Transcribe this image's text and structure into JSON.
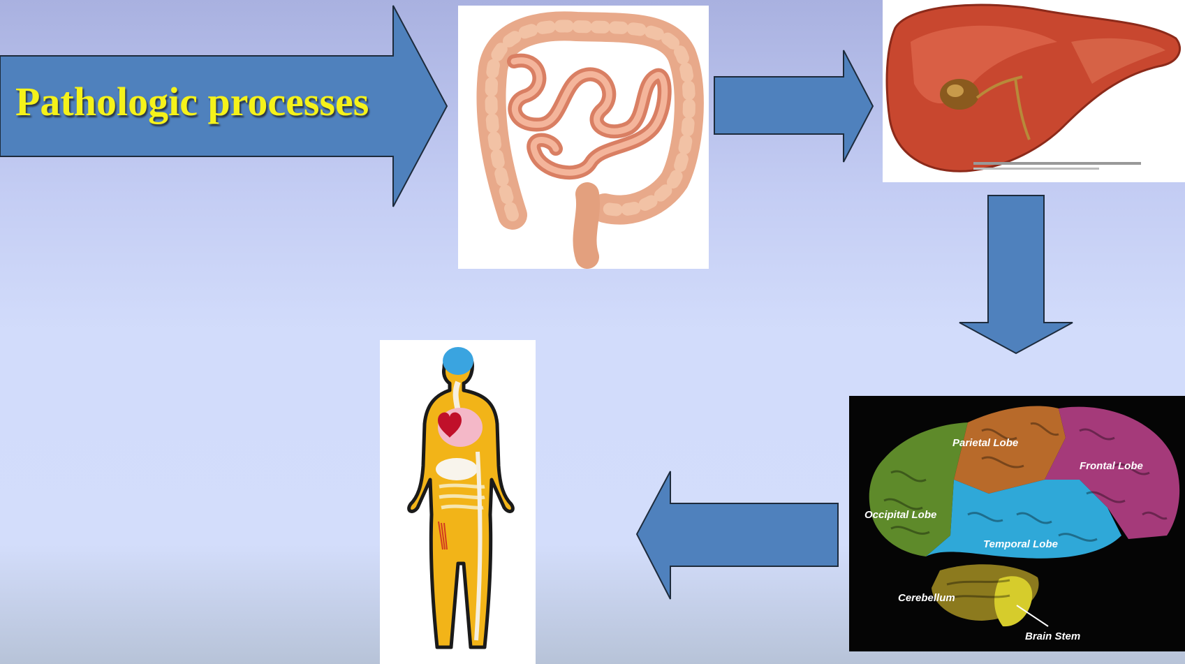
{
  "title": "Pathologic processes",
  "brain_labels": {
    "parietal": "Parietal Lobe",
    "frontal": "Frontal Lobe",
    "occipital": "Occipital Lobe",
    "temporal": "Temporal Lobe",
    "cerebellum": "Cerebellum",
    "brainstem": "Brain Stem"
  },
  "colors": {
    "arrow_fill": "#4f81bd",
    "arrow_stroke": "#1d2b3c",
    "title_text": "#f5f21a"
  },
  "icons": [
    "intestine-illustration",
    "liver-illustration",
    "brain-illustration",
    "human-body-illustration"
  ]
}
